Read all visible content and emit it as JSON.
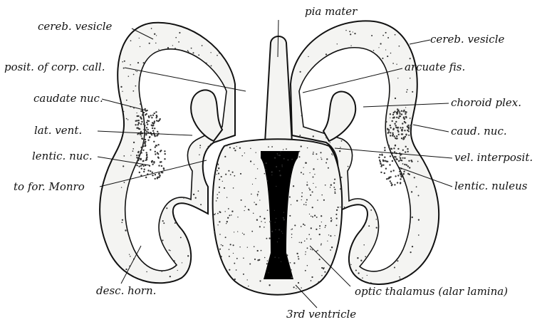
{
  "colors": {
    "ink": "#111111",
    "tissue": "#f4f4f2",
    "ventricle": "#000000",
    "background": "#ffffff"
  },
  "labels": {
    "pia_mater": "pia mater",
    "cereb_vesicle_left": "cereb. vesicle",
    "cereb_vesicle_right": "cereb. vesicle",
    "posit_corp_call": "posit. of corp. call.",
    "arcuate_fis": "arcuate fis.",
    "caudate_nuc": "caudate nuc.",
    "choroid_plex": "choroid plex.",
    "lat_vent": "lat. vent.",
    "caud_nuc": "caud. nuc.",
    "lentic_nuc": "lentic. nuc.",
    "vel_interposit": "vel. interposit.",
    "to_for_monro": "to for. Monro",
    "lentic_nuleus": "lentic. nuleus",
    "desc_horn": "desc. horn.",
    "optic_thalamus": "optic thalamus (alar lamina)",
    "third_ventricle": "3rd ventricle"
  }
}
